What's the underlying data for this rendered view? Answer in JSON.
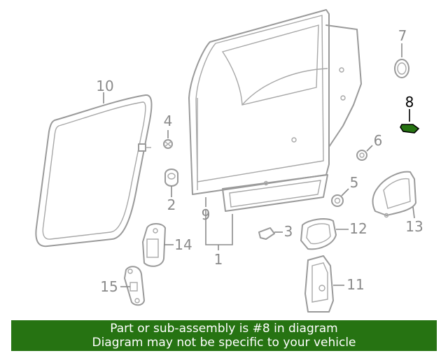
{
  "colors": {
    "part_line": "#9a9a9a",
    "callout_text": "#8a8a8a",
    "highlight_part": "#267312",
    "banner_background": "#267312",
    "banner_text": "#ffffff"
  },
  "highlighted_part": "8",
  "callouts": {
    "c1": "1",
    "c2": "2",
    "c3": "3",
    "c4": "4",
    "c5": "5",
    "c6": "6",
    "c7": "7",
    "c8": "8",
    "c9": "9",
    "c10": "10",
    "c11": "11",
    "c12": "12",
    "c13": "13",
    "c14": "14",
    "c15": "15"
  },
  "banner": {
    "line1": "Part or sub-assembly is #8 in diagram",
    "line2": "Diagram may not be specific to your vehicle"
  }
}
